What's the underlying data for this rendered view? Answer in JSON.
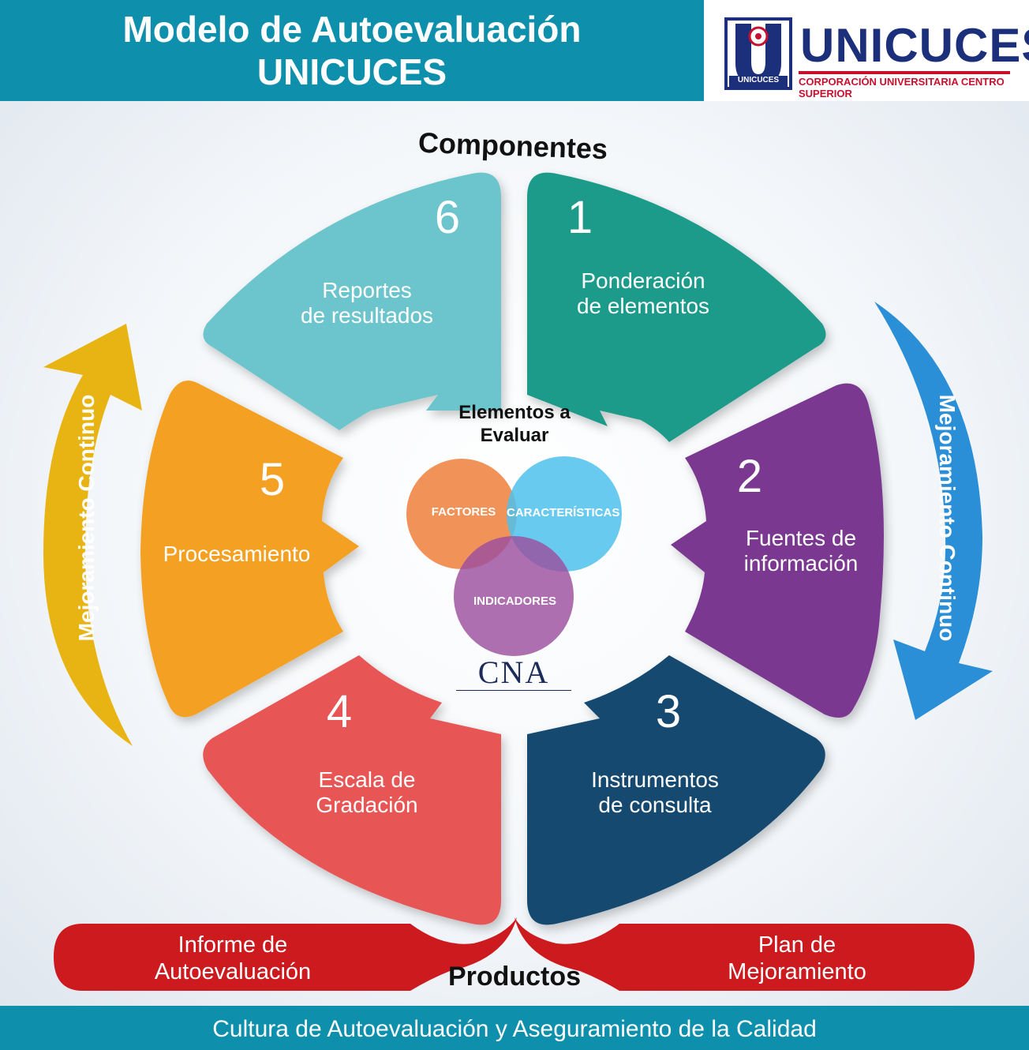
{
  "header": {
    "title_line1": "Modelo de Autoevaluación",
    "title_line2": "UNICUCES"
  },
  "logo": {
    "name": "UNICUCES",
    "emblem_text": "UNICUCES",
    "subtitle": "CORPORACIÓN UNIVERSITARIA CENTRO SUPERIOR"
  },
  "components_heading": "Componentes",
  "segments": [
    {
      "number": "1",
      "line1": "Ponderación",
      "line2": "de elementos",
      "color": "#1a9a8a"
    },
    {
      "number": "2",
      "line1": "Fuentes de",
      "line2": "información",
      "color": "#7a3990"
    },
    {
      "number": "3",
      "line1": "Instrumentos",
      "line2": "de consulta",
      "color": "#144a70"
    },
    {
      "number": "4",
      "line1": "Escala de",
      "line2": "Gradación",
      "color": "#e85455"
    },
    {
      "number": "5",
      "line1": "Procesamiento",
      "line2": "",
      "color": "#f4a021"
    },
    {
      "number": "6",
      "line1": "Reportes",
      "line2": "de resultados",
      "color": "#6cc4cc"
    }
  ],
  "center": {
    "heading_line1": "Elementos a",
    "heading_line2": "Evaluar",
    "circles": [
      {
        "label": "FACTORES",
        "color": "#f08a4b"
      },
      {
        "label": "CARACTERÍSTICAS",
        "color": "#4fc1ec"
      },
      {
        "label": "INDICADORES",
        "color": "#9b4f9f"
      }
    ],
    "cna_logo": "CNA"
  },
  "arrows": {
    "left_label": "Mejoramiento Continuo",
    "right_label": "Mejoramiento Continuo",
    "left_color": "#e8b413",
    "right_color": "#2a8fd6"
  },
  "products": {
    "heading": "Productos",
    "left_line1": "Informe de",
    "left_line2": "Autoevaluación",
    "right_line1": "Plan de",
    "right_line2": "Mejoramiento",
    "color": "#cc1a1f"
  },
  "footer": "Cultura de Autoevaluación y Aseguramiento de la Calidad"
}
